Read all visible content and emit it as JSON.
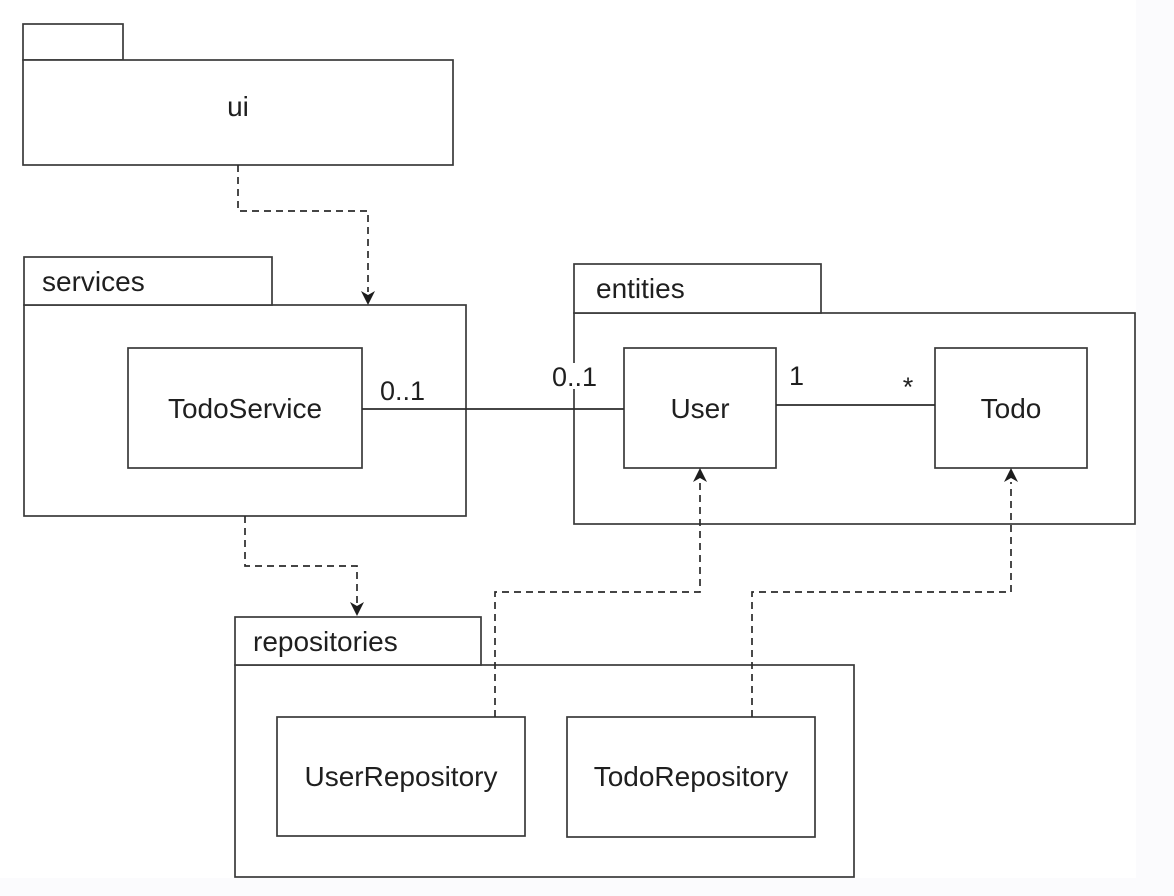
{
  "diagram": {
    "type": "uml-package-diagram",
    "background_color": "#ffffff",
    "margin_color": "#fbfbfd",
    "stroke_color": "#3a3a3a",
    "text_color": "#1f1f1f",
    "packages": [
      {
        "id": "ui",
        "label": "ui"
      },
      {
        "id": "services",
        "label": "services"
      },
      {
        "id": "entities",
        "label": "entities"
      },
      {
        "id": "repositories",
        "label": "repositories"
      }
    ],
    "classes": [
      {
        "id": "todo-service",
        "label": "TodoService",
        "package": "services"
      },
      {
        "id": "user",
        "label": "User",
        "package": "entities"
      },
      {
        "id": "todo",
        "label": "Todo",
        "package": "entities"
      },
      {
        "id": "user-repository",
        "label": "UserRepository",
        "package": "repositories"
      },
      {
        "id": "todo-repository",
        "label": "TodoRepository",
        "package": "repositories"
      }
    ],
    "associations": [
      {
        "from": "TodoService",
        "to": "User",
        "from_label": "0..1",
        "to_label": "0..1",
        "line_style": "solid"
      },
      {
        "from": "User",
        "to": "Todo",
        "from_label": "1",
        "to_label": "*",
        "line_style": "solid"
      }
    ],
    "dependencies": [
      {
        "from": "ui",
        "to": "services",
        "line_style": "dashed-arrow"
      },
      {
        "from": "services",
        "to": "repositories",
        "line_style": "dashed-arrow"
      },
      {
        "from": "UserRepository",
        "to": "User",
        "line_style": "dashed-arrow"
      },
      {
        "from": "TodoRepository",
        "to": "Todo",
        "line_style": "dashed-arrow"
      }
    ]
  }
}
